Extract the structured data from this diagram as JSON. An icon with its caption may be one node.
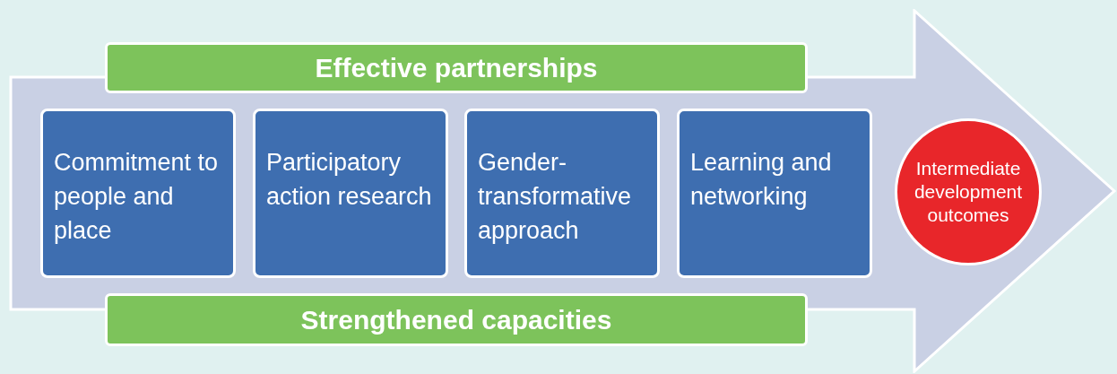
{
  "diagram": {
    "nodes": [
      {
        "text": [],
        "shape": "arrow"
      },
      {
        "text": [
          "Effective partnerships"
        ],
        "in": 0
      },
      {
        "text": [
          "Commitment to people and place"
        ],
        "in": 0
      },
      {
        "text": [
          "Participatory action research"
        ],
        "in": 0
      },
      {
        "text": [
          "Gender-transformative approach"
        ],
        "in": 0
      },
      {
        "text": [
          "Learning and networking"
        ],
        "in": 0
      },
      {
        "text": [
          "Intermediate development outcomes"
        ],
        "in": 0
      },
      {
        "text": [
          "Strengthened capacities"
        ],
        "in": 0
      }
    ],
    "edges": []
  }
}
